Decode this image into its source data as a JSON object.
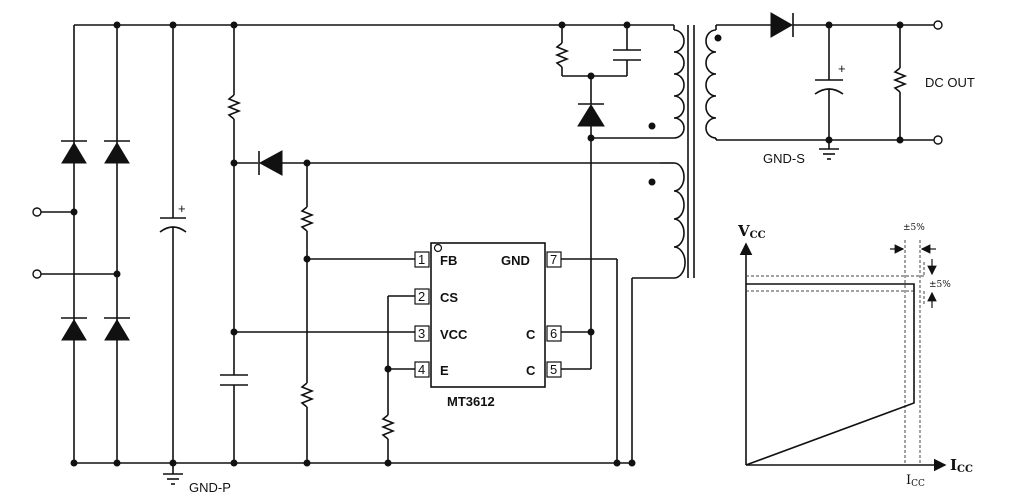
{
  "ic": {
    "name": "MT3612",
    "pins": [
      {
        "num": "1",
        "label": "FB"
      },
      {
        "num": "2",
        "label": "CS"
      },
      {
        "num": "3",
        "label": "VCC"
      },
      {
        "num": "4",
        "label": "E"
      },
      {
        "num": "7",
        "label": "GND"
      },
      {
        "num": "6",
        "label": "C"
      },
      {
        "num": "5",
        "label": "C"
      }
    ]
  },
  "labels": {
    "dc_out": "DC OUT",
    "gnd_s": "GND-S",
    "gnd_p": "GND-P",
    "plus": "+"
  },
  "graph": {
    "y_axis": "V",
    "y_axis_sub": "CC",
    "x_axis": "I",
    "x_axis_sub": "CC",
    "x_mark": "I",
    "x_mark_sub": "CC",
    "tol_current": "±5%",
    "tol_voltage": "±5%"
  }
}
